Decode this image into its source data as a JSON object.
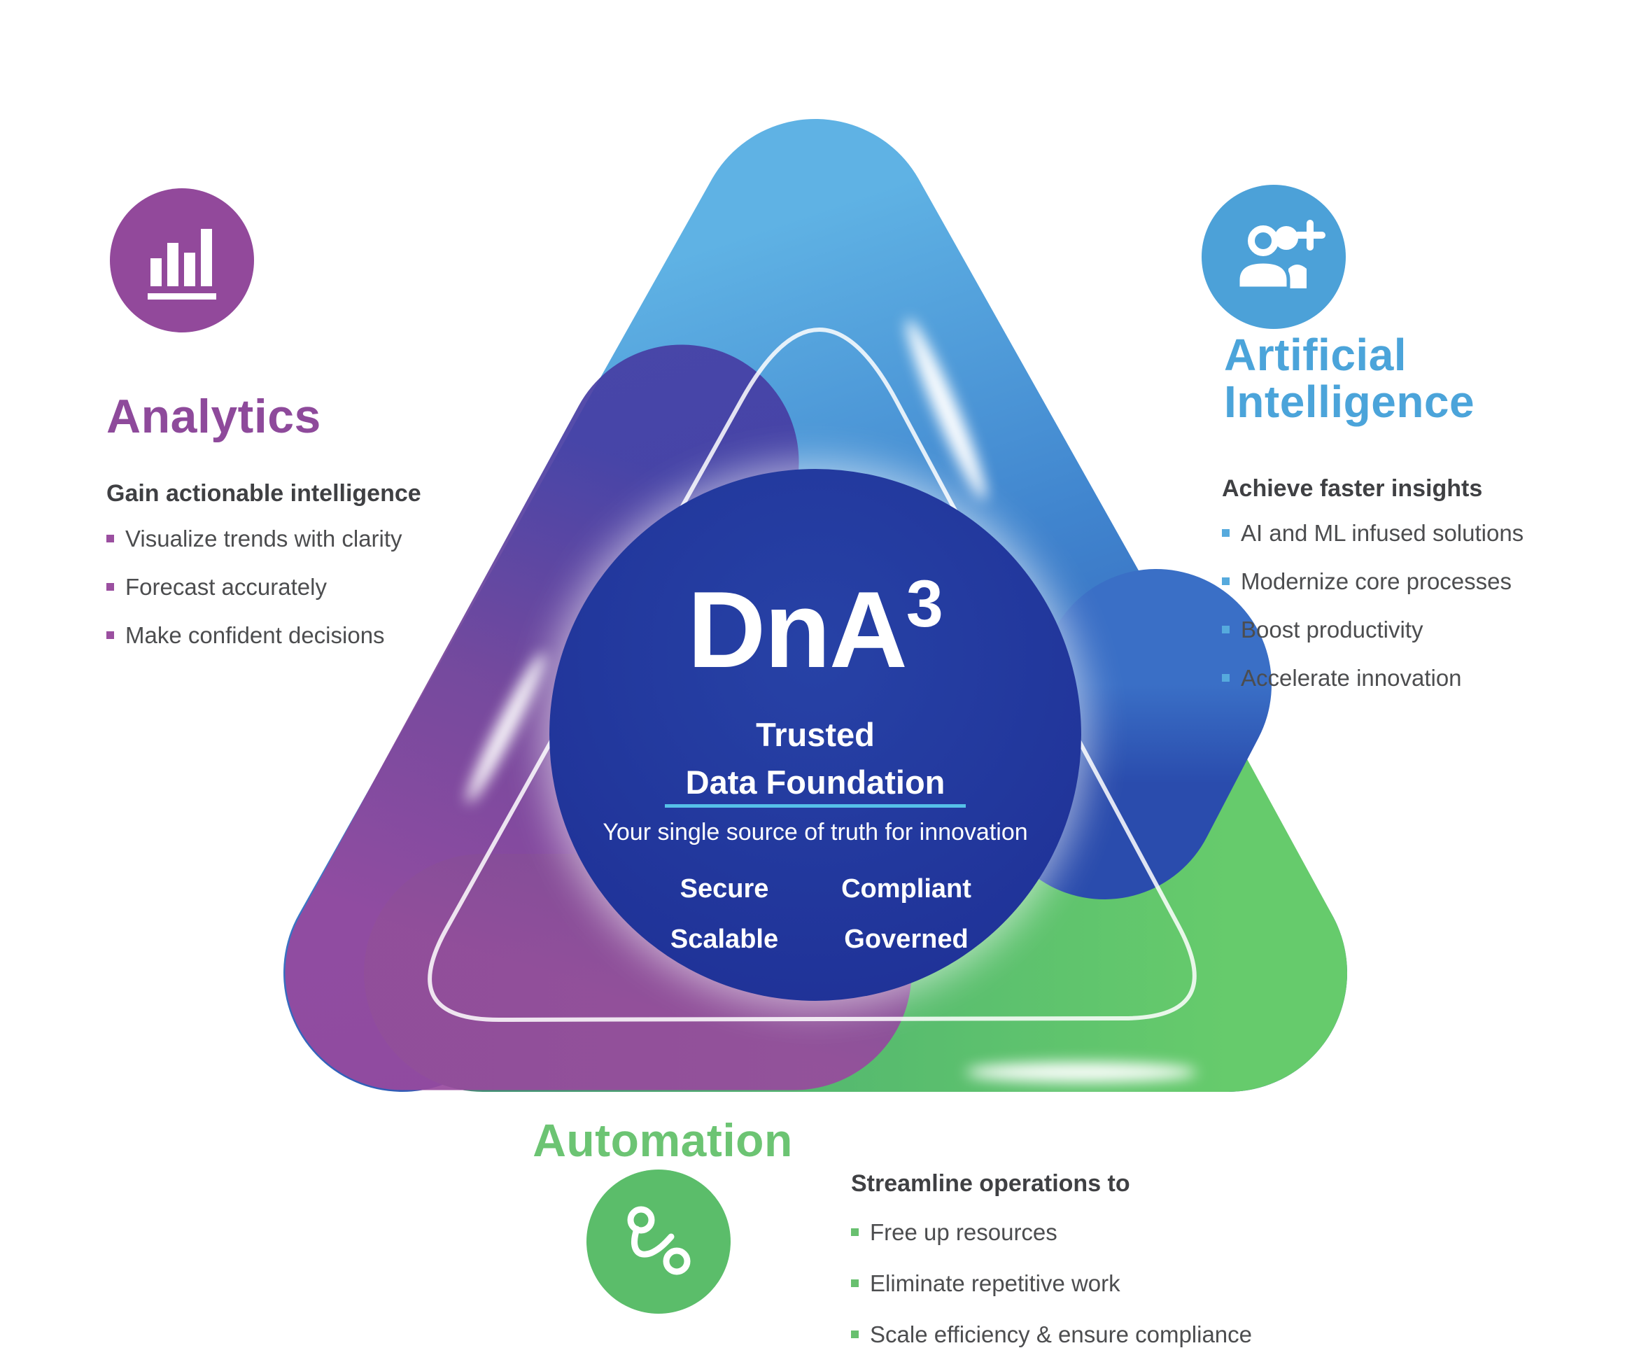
{
  "diagram_title": "DnA3 Trusted Data Foundation",
  "center": {
    "logo": "DnA",
    "logo_superscript": "3",
    "subtitle_line1": "Trusted",
    "subtitle_line2": "Data Foundation",
    "tagline": "Your single source of truth for innovation",
    "attr_top_left": "Secure",
    "attr_top_right": "Compliant",
    "attr_bottom_left": "Scalable",
    "attr_bottom_right": "Governed",
    "circle_color": "#1F3499",
    "divider_color": "#56C1E8"
  },
  "analytics": {
    "heading": "Analytics",
    "color": "#8E4A9B",
    "icon": "bar-chart-icon",
    "intro": "Gain actionable intelligence",
    "bullets": [
      "Visualize trends with clarity",
      "Forecast accurately",
      "Make confident decisions"
    ]
  },
  "artificial_intelligence": {
    "heading_line1": "Artificial",
    "heading_line2": "Intelligence",
    "color": "#4BA4DA",
    "icon": "person-add-icon",
    "intro": "Achieve faster insights",
    "bullets": [
      "AI and ML infused solutions",
      "Modernize core processes",
      "Boost productivity",
      "Accelerate innovation"
    ]
  },
  "automation": {
    "heading": "Automation",
    "color": "#6CC473",
    "icon": "workflow-icon",
    "intro": "Streamline operations to",
    "bullets": [
      "Free up resources",
      "Eliminate repetitive work",
      "Scale efficiency & ensure compliance"
    ]
  },
  "triangle_colors": {
    "blue_top": "#5FB2E4",
    "blue_bottom": "#2B51B0",
    "purple_top": "#463DA3",
    "purple_bottom": "#9E50A4",
    "green_left": "#3F8F72",
    "green_right": "#66CB6C"
  }
}
